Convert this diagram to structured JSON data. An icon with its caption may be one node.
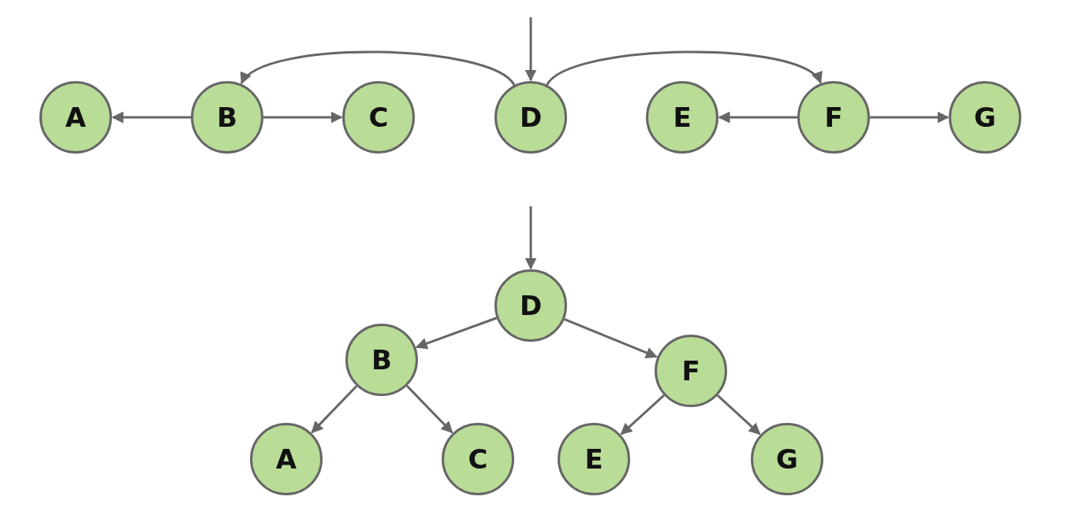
{
  "diagram": {
    "nodes": [
      {
        "text": [
          "A"
        ]
      },
      {
        "text": [
          "B"
        ]
      },
      {
        "text": [
          "C"
        ]
      },
      {
        "text": [
          "D"
        ]
      },
      {
        "text": [
          "E"
        ]
      },
      {
        "text": [
          "F"
        ]
      },
      {
        "text": [
          "G"
        ]
      },
      {
        "text": [
          "D"
        ]
      },
      {
        "text": [
          "B"
        ]
      },
      {
        "text": [
          "F"
        ]
      },
      {
        "text": [
          "A"
        ]
      },
      {
        "text": [
          "C"
        ]
      },
      {
        "text": [
          "E"
        ]
      },
      {
        "text": [
          "G"
        ]
      }
    ],
    "edges": [
      {
        "from": null,
        "to": 3,
        "arrow": "to"
      },
      {
        "from": 3,
        "to": 1,
        "arrow": "to"
      },
      {
        "from": 3,
        "to": 5,
        "arrow": "to"
      },
      {
        "from": 1,
        "to": 0,
        "arrow": "to"
      },
      {
        "from": 1,
        "to": 2,
        "arrow": "to"
      },
      {
        "from": 5,
        "to": 4,
        "arrow": "to"
      },
      {
        "from": 5,
        "to": 6,
        "arrow": "to"
      },
      {
        "from": null,
        "to": 7,
        "arrow": "to"
      },
      {
        "from": 7,
        "to": 8,
        "arrow": "to"
      },
      {
        "from": 7,
        "to": 9,
        "arrow": "to"
      },
      {
        "from": 8,
        "to": 10,
        "arrow": "to"
      },
      {
        "from": 8,
        "to": 11,
        "arrow": "to"
      },
      {
        "from": 9,
        "to": 12,
        "arrow": "to"
      },
      {
        "from": 9,
        "to": 13,
        "arrow": "to"
      }
    ]
  }
}
